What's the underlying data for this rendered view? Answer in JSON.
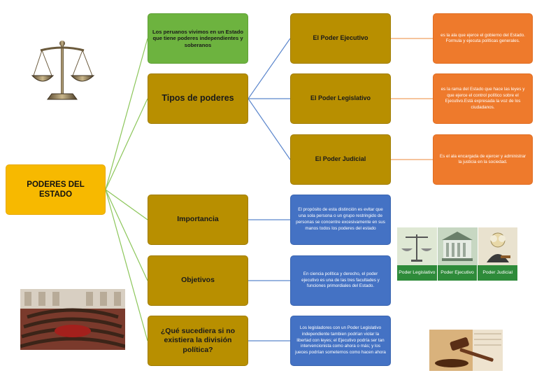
{
  "root": {
    "title": "PODERES DEL ESTADO"
  },
  "branches": {
    "peruanos": "Los peruanos vivimos en un Estado que tiene poderes independientes y soberanos",
    "tipos": "Tipos de poderes",
    "importancia": "Importancia",
    "objetivos": "Objetivos",
    "que_sucederia": "¿Qué sucediera si no existiera la división política?"
  },
  "powers": {
    "ejecutivo": {
      "title": "El Poder Ejecutivo",
      "desc": "es la ala que ejerce el gobierno del Estado. Formula y ejecuta políticas generales."
    },
    "legislativo": {
      "title": "El Poder Legislativo",
      "desc": "es la rama del Estado que hace las leyes y que ejerce el control político sobre el Ejecutivo.Está expresada la voz de los ciudadanos."
    },
    "judicial": {
      "title": "El Poder Judicial",
      "desc": "Es el ala encargada de ejercer y administrar la justicia en la sociedad."
    }
  },
  "details": {
    "importancia": "El propósito de esta distinción es evitar que una sola persona o un grupo restringido de personas se concentre excesivamente en sus manos todos los poderes del estado",
    "objetivos": "En ciencia política y derecho, el poder ejecutivo es una de las tres facultades y funciones primordiales del Estado.",
    "que_sucederia": "Los legisladores con un Poder Legislativo independiente tambien podrían violar la libertad con leyes; el Ejecutivo podría ser tan intervencionista como ahora o más; y los jueces podrían someternos como hacen ahora"
  },
  "images": {
    "powers_labels": [
      "Poder Legislativo",
      "Poder Ejecutivo",
      "Poder Judicial"
    ]
  },
  "colors": {
    "root": "#f7b900",
    "olive": "#b88f00",
    "green": "#6db33f",
    "orange": "#ee7a2c",
    "blue": "#4472c4",
    "connector_green": "#8cc65a",
    "connector_blue": "#5b86cc",
    "connector_orange": "#f0a060"
  }
}
